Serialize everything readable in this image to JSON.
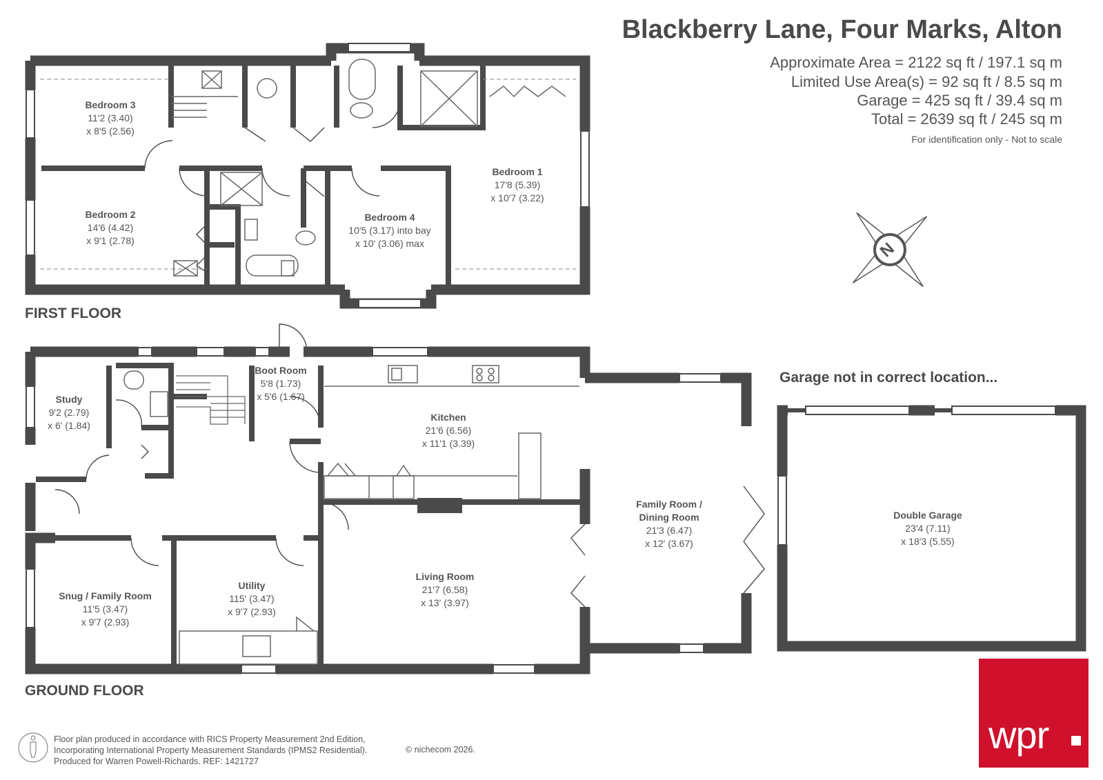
{
  "header": {
    "title": "Blackberry Lane, Four Marks, Alton",
    "approx_area": "Approximate Area = 2122 sq ft / 197.1 sq m",
    "limited_use": "Limited Use Area(s) = 92 sq ft / 8.5 sq m",
    "garage_area": "Garage = 425 sq ft / 39.4 sq m",
    "total": "Total = 2639 sq ft / 245 sq m",
    "identification": "For identification only - Not to scale"
  },
  "first_floor": {
    "label": "FIRST FLOOR",
    "rooms": [
      {
        "name": "Bedroom 3",
        "dim1": "11'2 (3.40)",
        "dim2": "x 8'5 (2.56)"
      },
      {
        "name": "Bedroom 2",
        "dim1": "14'6 (4.42)",
        "dim2": "x 9'1 (2.78)"
      },
      {
        "name": "Bedroom 4",
        "dim1": "10'5 (3.17) into bay",
        "dim2": "x 10' (3.06) max"
      },
      {
        "name": "Bedroom 1",
        "dim1": "17'8 (5.39)",
        "dim2": "x 10'7 (3.22)"
      }
    ]
  },
  "ground_floor": {
    "label": "GROUND FLOOR",
    "rooms": [
      {
        "name": "Study",
        "dim1": "9'2 (2.79)",
        "dim2": "x 6' (1.84)"
      },
      {
        "name": "Boot Room",
        "dim1": "5'8 (1.73)",
        "dim2": "x 5'6 (1.67)"
      },
      {
        "name": "Kitchen",
        "dim1": "21'6 (6.56)",
        "dim2": "x 11'1 (3.39)"
      },
      {
        "name": "Family Room /",
        "name2": "Dining Room",
        "dim1": "21'3 (6.47)",
        "dim2": "x 12' (3.67)"
      },
      {
        "name": "Snug / Family Room",
        "dim1": "11'5 (3.47)",
        "dim2": "x 9'7 (2.93)"
      },
      {
        "name": "Utility",
        "dim1": "115' (3.47)",
        "dim2": "x 9'7 (2.93)"
      },
      {
        "name": "Living Room",
        "dim1": "21'7 (6.58)",
        "dim2": "x 13' (3.97)"
      }
    ]
  },
  "garage": {
    "note": "Garage not in correct location...",
    "name": "Double Garage",
    "dim1": "23'4 (7.11)",
    "dim2": "x 18'3 (5.55)"
  },
  "compass": {
    "letter": "N"
  },
  "footer": {
    "line1": "Floor plan produced in accordance with RICS Property Measurement 2nd Edition,",
    "line2": "Incorporating International Property Measurement Standards (IPMS2 Residential).",
    "line3": "Produced for Warren Powell-Richards.   REF: 1421727",
    "copyright": "© nichecom 2026."
  },
  "logo": {
    "text": "wpr",
    "color": "#d0112b"
  },
  "colors": {
    "wall": "#4a4a4a",
    "fixture": "#777777"
  }
}
